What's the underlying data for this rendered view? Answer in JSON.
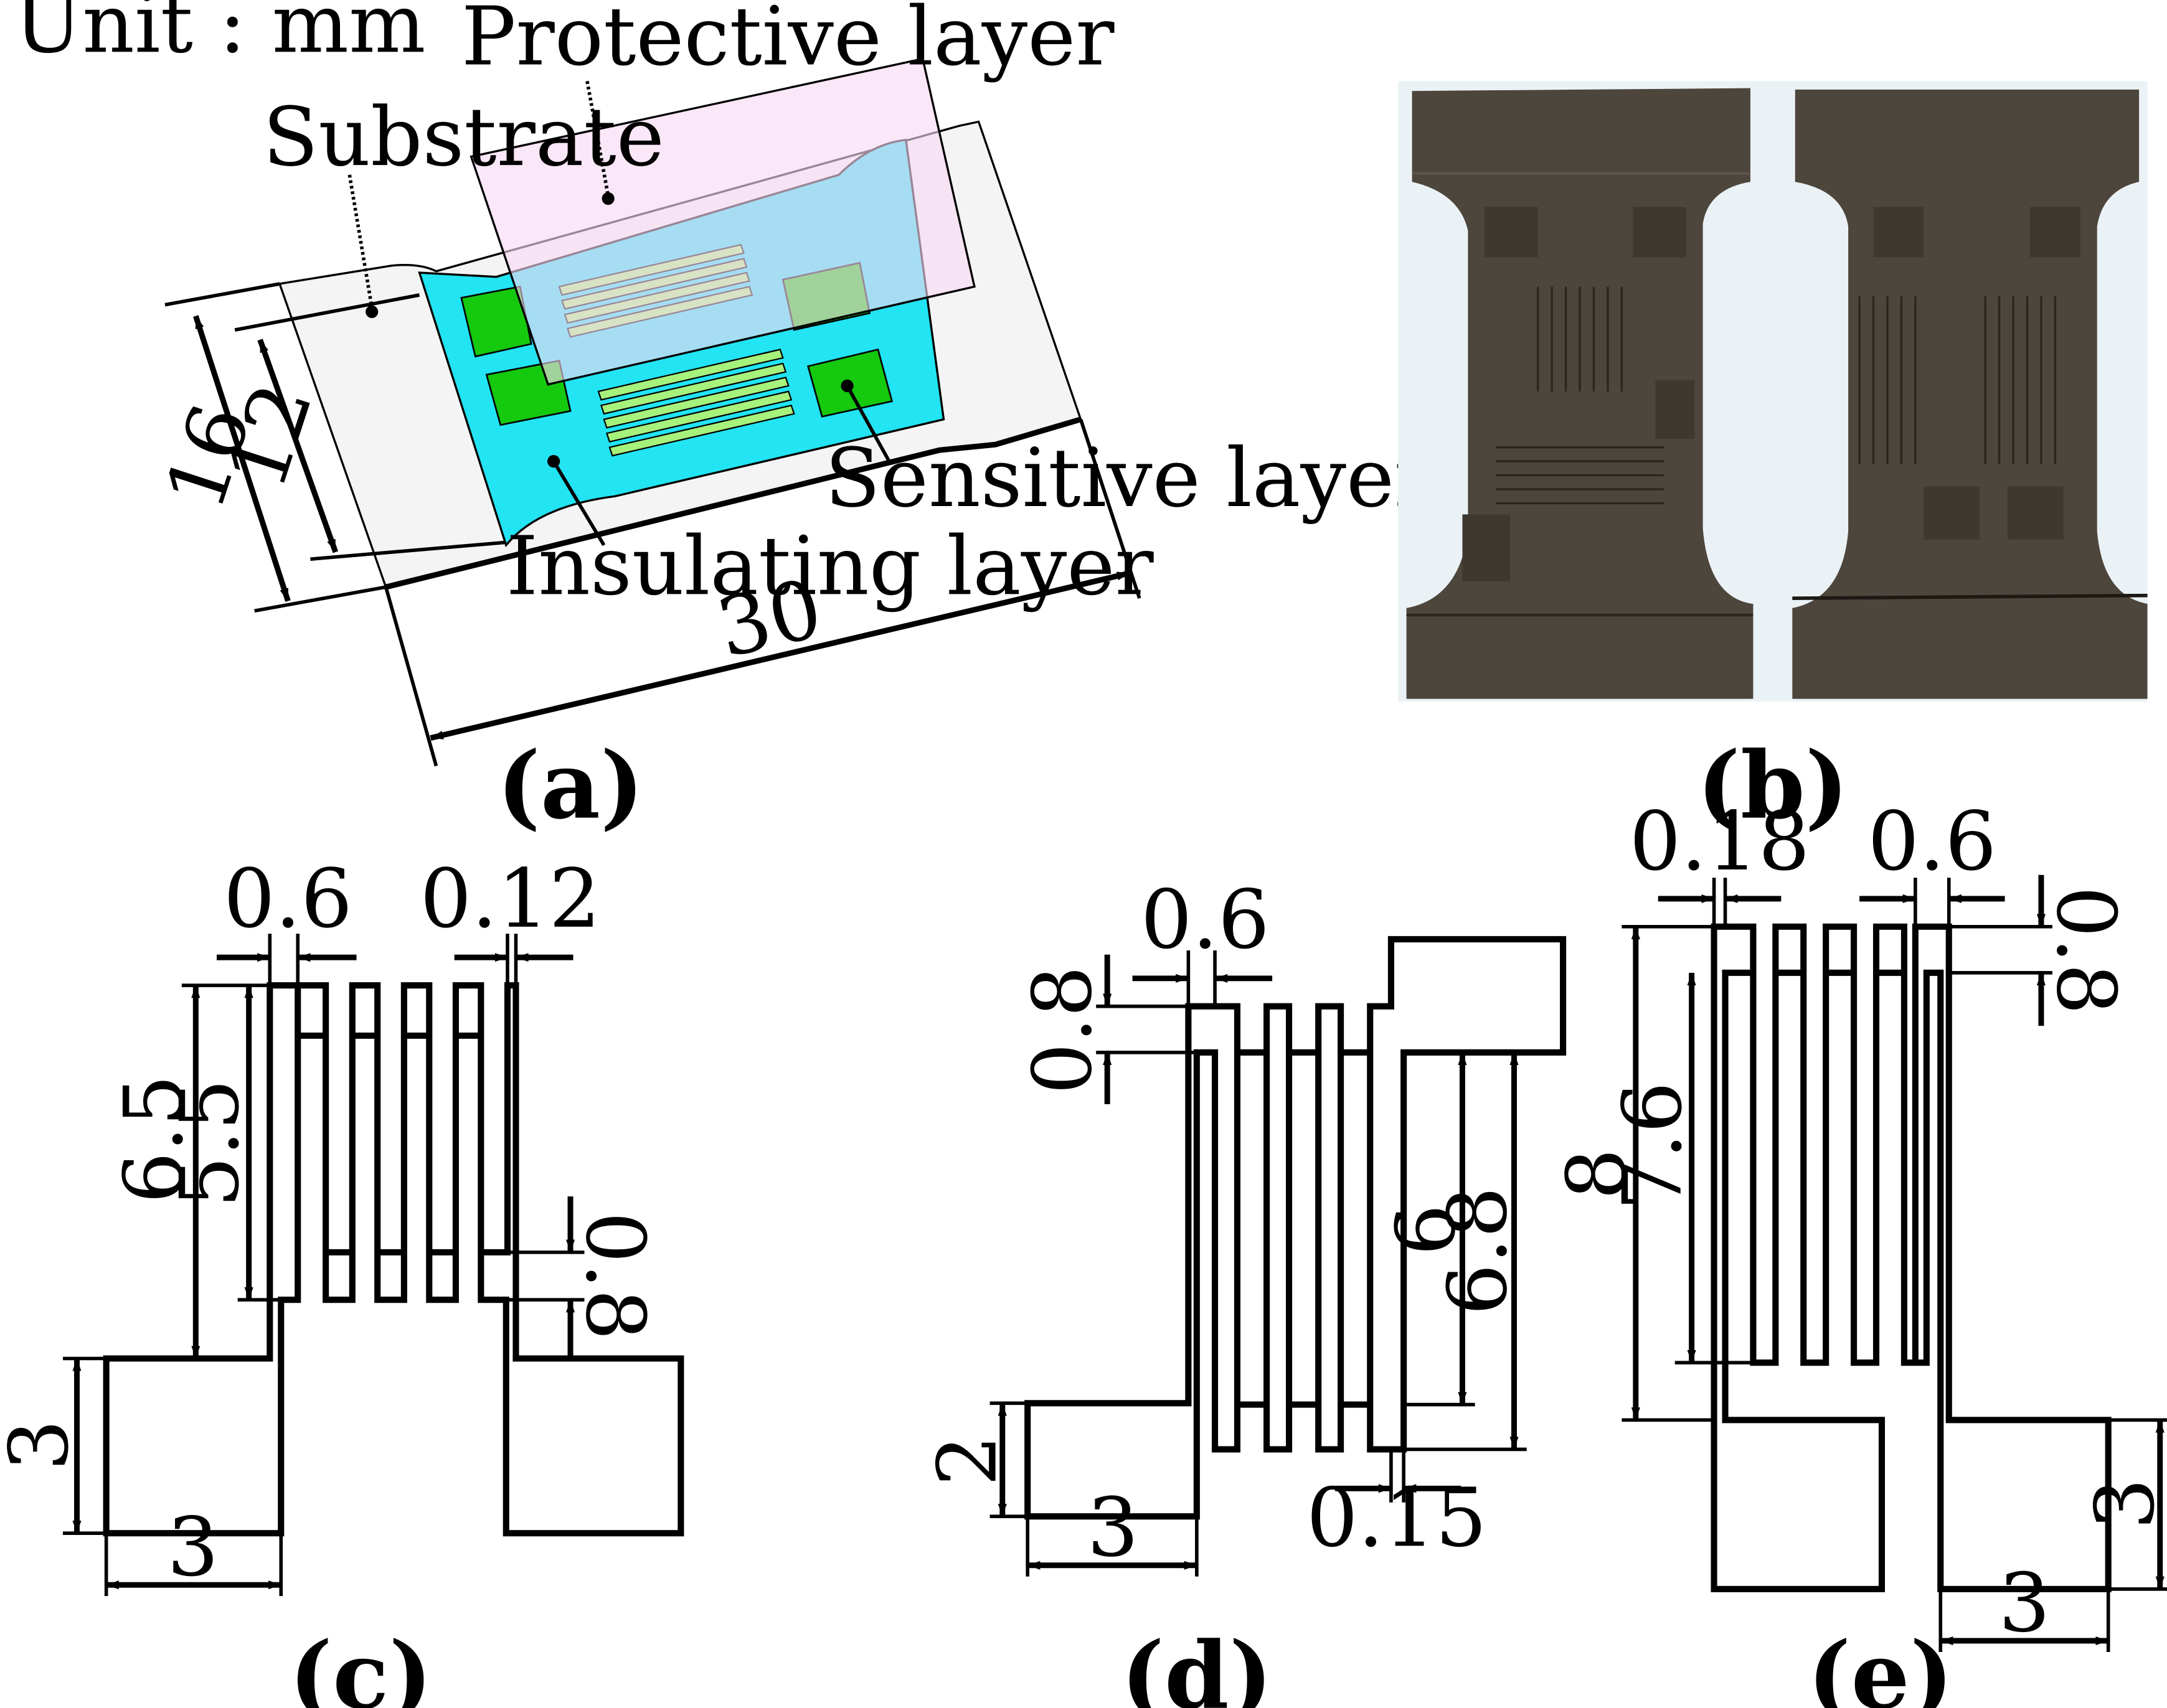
{
  "unit_label": "Unit : mm",
  "panel_a": {
    "caption": "(a)",
    "labels": {
      "protective": "Protective layer",
      "substrate": "Substrate",
      "sensitive": "Sensitive layer",
      "insulating": "Insulating layer"
    },
    "dims": {
      "width_outer": "16",
      "width_inner": "12",
      "length": "30"
    },
    "colors": {
      "substrate": "#f4f4f4",
      "insulating": "#22e4f2",
      "protective": "#f7d8f2",
      "pad": "#15c90f",
      "trace": "#a6f27c"
    }
  },
  "panel_b": {
    "caption": "(b)",
    "photo_color": "#4d463d"
  },
  "panel_c": {
    "caption": "(c)",
    "dims": {
      "pitch": "0.6",
      "trace": "0.12",
      "outer": "6.5",
      "inner": "5.5",
      "gap": "0.8",
      "pad_h": "3",
      "pad_w": "3"
    }
  },
  "panel_d": {
    "caption": "(d)",
    "dims": {
      "pitch": "0.6",
      "gap": "0.8",
      "inner": "6",
      "outer": "6.8",
      "trace": "0.15",
      "pad_h": "2",
      "pad_w": "3"
    }
  },
  "panel_e": {
    "caption": "(e)",
    "dims": {
      "trace": "0.18",
      "pitch": "0.6",
      "gap": "0.8",
      "outer": "8",
      "inner": "7.6",
      "pad_h": "3",
      "pad_w": "3"
    }
  }
}
